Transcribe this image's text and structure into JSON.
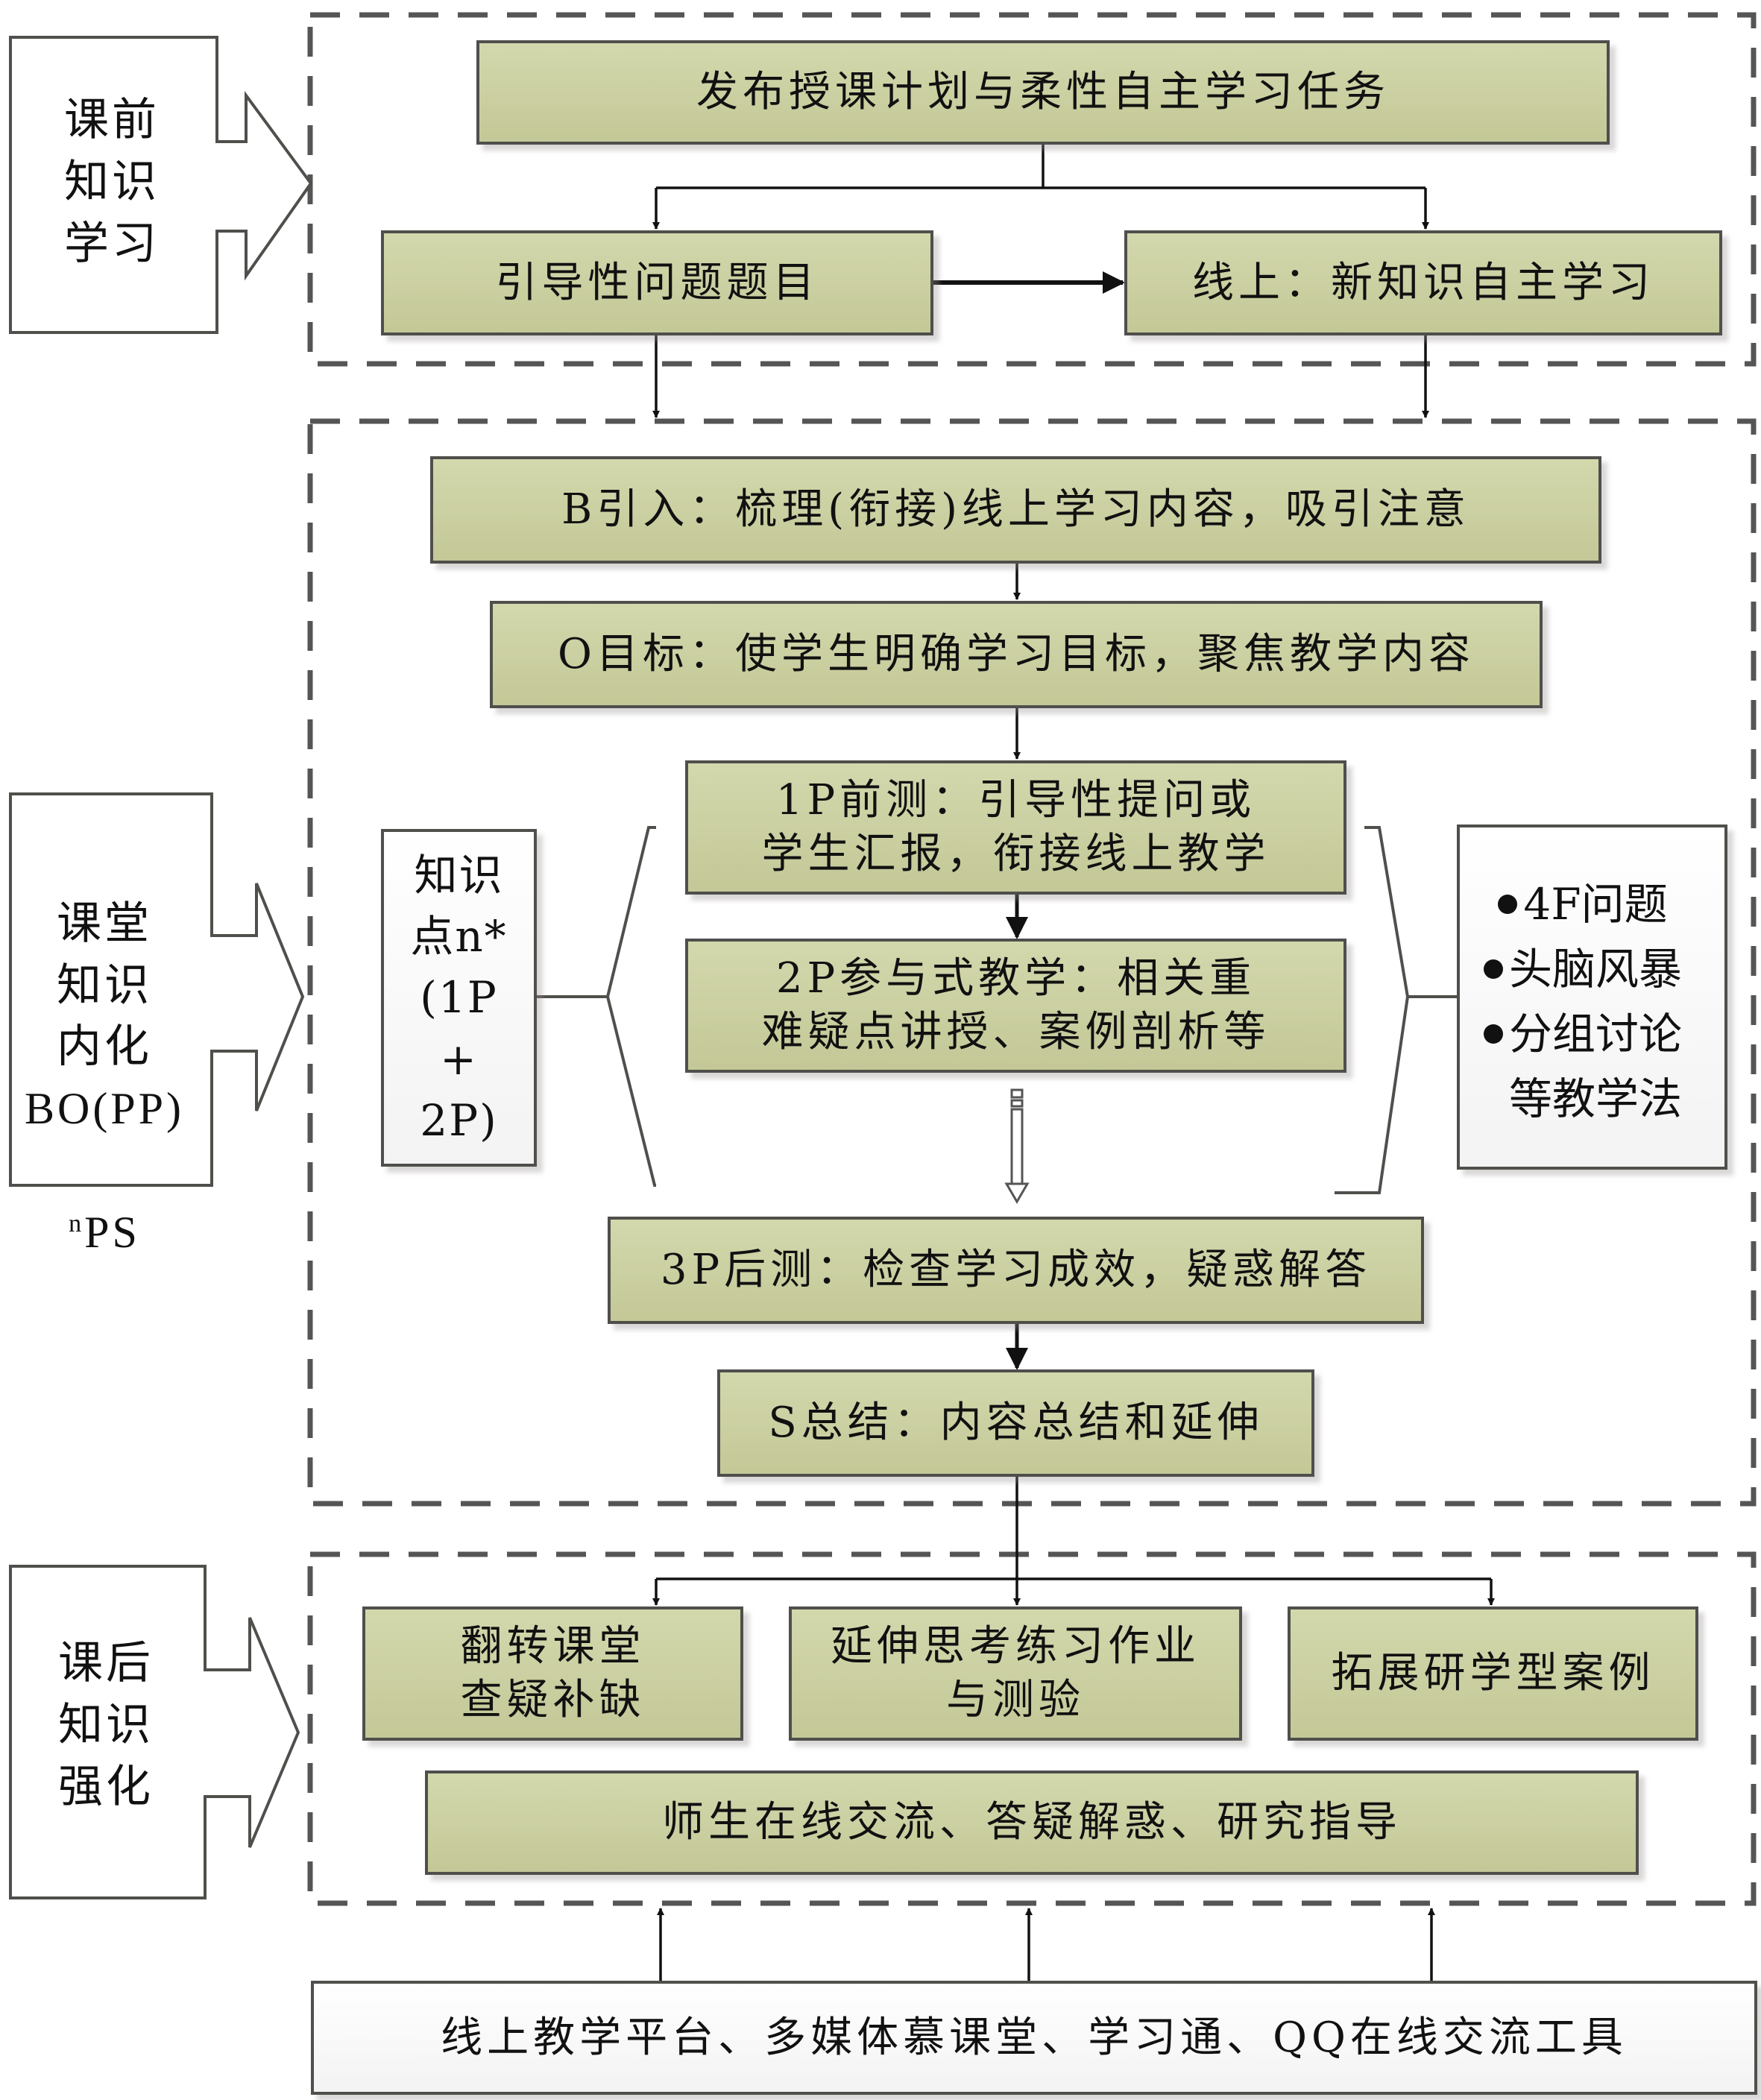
{
  "title": "BOPPPS flipped classroom teaching process diagram",
  "stages": {
    "pre_class": {
      "label": "课前\n知识\n学习"
    },
    "in_class": {
      "label": "课堂\n知识\n内化\nBO(PP)",
      "label_sup": "n",
      "label_tail": "PS"
    },
    "post_class": {
      "label": "课后\n知识\n强化"
    }
  },
  "pre_class_nodes": {
    "publish": "发布授课计划与柔性自主学习任务",
    "guiding_questions": "引导性问题题目",
    "online_self_study": "线上：新知识自主学习"
  },
  "in_class_nodes": {
    "bridge_in": "B引入：梳理(衔接)线上学习内容，吸引注意",
    "objective": "O目标：使学生明确学习目标，聚焦教学内容",
    "pre_assessment": "1P前测：引导性提问或\n学生汇报，衔接线上教学",
    "participatory": "2P参与式教学：相关重\n难疑点讲授、案例剖析等",
    "post_assessment": "3P后测：检查学习成效，疑惑解答",
    "summary": "S总结：内容总结和延伸",
    "knowledge_points": "知识\n点n*\n(1P\n+\n2P)",
    "methods": [
      "4F问题",
      "头脑风暴",
      "分组讨论"
    ],
    "methods_tail": "等教学法"
  },
  "post_class_nodes": {
    "flipped": "翻转课堂\n查疑补缺",
    "homework": "延伸思考练习作业\n与测验",
    "research_cases": "拓展研学型案例",
    "online_exchange": "师生在线交流、答疑解惑、研究指导"
  },
  "platforms": "线上教学平台、多媒体慕课堂、学习通、QQ在线交流工具",
  "colors": {
    "node_fill_top": "#d3d8ad",
    "node_fill_bottom": "#c4c897",
    "border": "#4f4f4b",
    "dashed": "#555555",
    "arrow": "#111111"
  }
}
